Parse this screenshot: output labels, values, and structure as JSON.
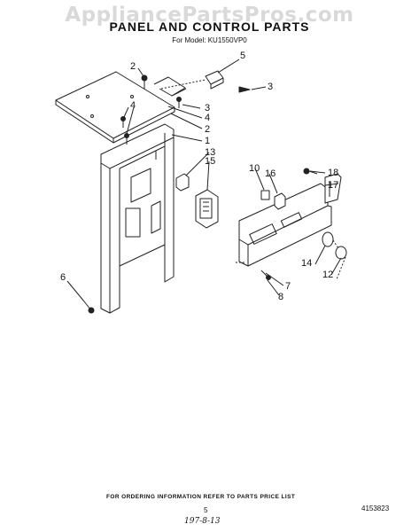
{
  "watermark": "AppliancePartsPros.com",
  "header": {
    "title": "PANEL AND CONTROL PARTS",
    "model": "For Model: KU1550VP0"
  },
  "callouts": [
    "1",
    "2",
    "3",
    "4",
    "4",
    "4",
    "4",
    "5",
    "6",
    "7",
    "8",
    "10",
    "12",
    "13",
    "14",
    "15",
    "16",
    "17",
    "18"
  ],
  "footer": {
    "order_info": "FOR ORDERING INFORMATION REFER TO PARTS PRICE LIST",
    "page_number": "5",
    "document_number": "4153823",
    "handwritten_date": "197-8-13"
  }
}
